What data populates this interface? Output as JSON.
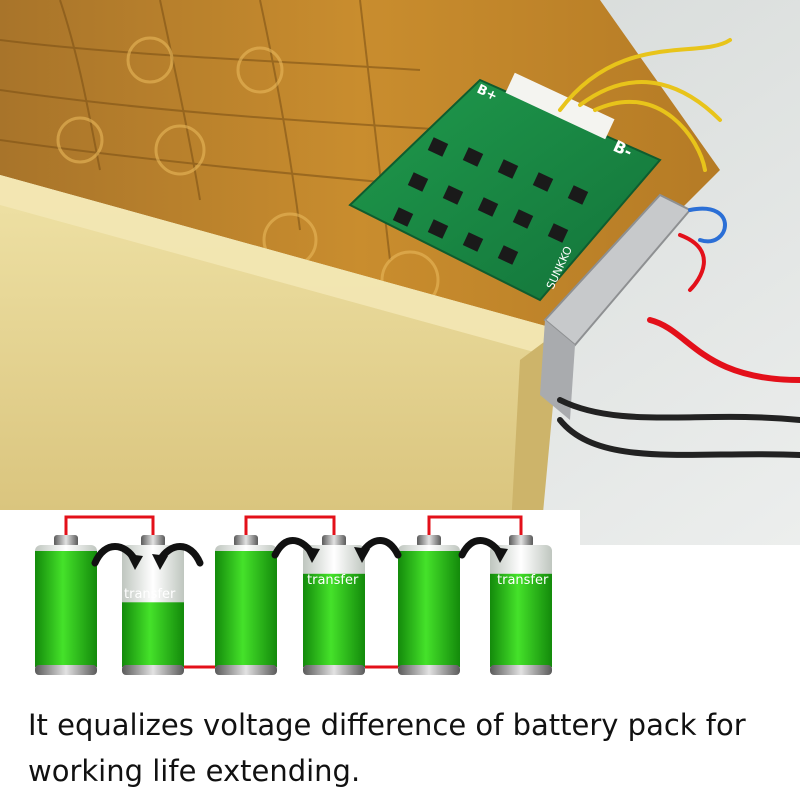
{
  "photo": {
    "board_text": {
      "brand": "SUNKKO",
      "terminal_b_minus": "B-",
      "terminal_b_plus": "B+"
    }
  },
  "diagram": {
    "transfer_labels": [
      "transfer",
      "transfer",
      "transfer"
    ],
    "battery_count": 6,
    "charge_levels": [
      1.0,
      0.55,
      1.0,
      0.8,
      1.0,
      0.8
    ],
    "colors": {
      "battery_green": "#2ecc1a",
      "battery_dark_green": "#138a0b",
      "wire_red": "#e3101a",
      "arrow": "#111111"
    }
  },
  "caption": {
    "text": "It equalizes voltage difference of battery pack for working life extending."
  }
}
